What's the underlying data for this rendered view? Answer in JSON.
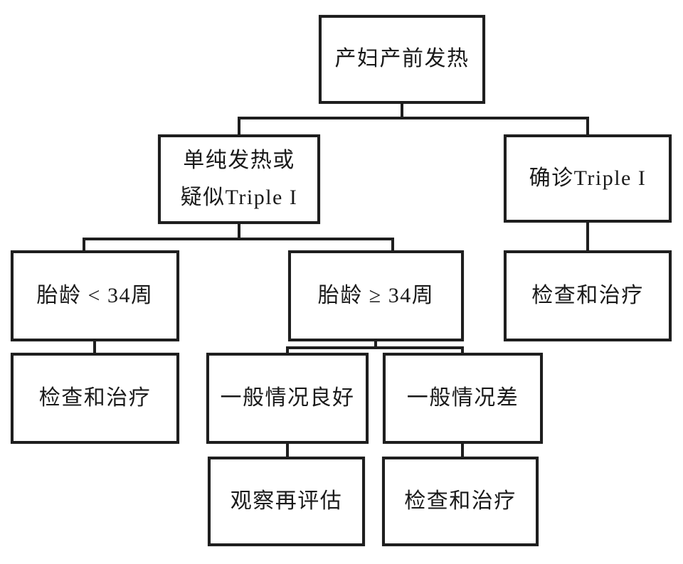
{
  "diagram": {
    "type": "flowchart",
    "colors": {
      "line": "#1e1e1e",
      "text": "#1a1a1a",
      "background": "#ffffff"
    },
    "nodes": {
      "root": {
        "label": "产妇产前发热"
      },
      "suspected": {
        "line1": "单纯发热或",
        "line2": "疑似Triple I"
      },
      "confirmed": {
        "label": "确诊Triple I"
      },
      "lt34": {
        "label": "胎龄 < 34周"
      },
      "ge34": {
        "label": "胎龄 ≥ 34周"
      },
      "confirmed_treat": {
        "label": "检查和治疗"
      },
      "lt34_treat": {
        "label": "检查和治疗"
      },
      "good": {
        "label": "一般情况良好"
      },
      "poor": {
        "label": "一般情况差"
      },
      "observe": {
        "label": "观察再评估"
      },
      "poor_treat": {
        "label": "检查和治疗"
      }
    },
    "edges": [
      {
        "from": "root",
        "to": "suspected"
      },
      {
        "from": "root",
        "to": "confirmed"
      },
      {
        "from": "suspected",
        "to": "lt34"
      },
      {
        "from": "suspected",
        "to": "ge34"
      },
      {
        "from": "confirmed",
        "to": "confirmed_treat"
      },
      {
        "from": "lt34",
        "to": "lt34_treat"
      },
      {
        "from": "ge34",
        "to": "good"
      },
      {
        "from": "ge34",
        "to": "poor"
      },
      {
        "from": "good",
        "to": "observe"
      },
      {
        "from": "poor",
        "to": "poor_treat"
      }
    ]
  }
}
